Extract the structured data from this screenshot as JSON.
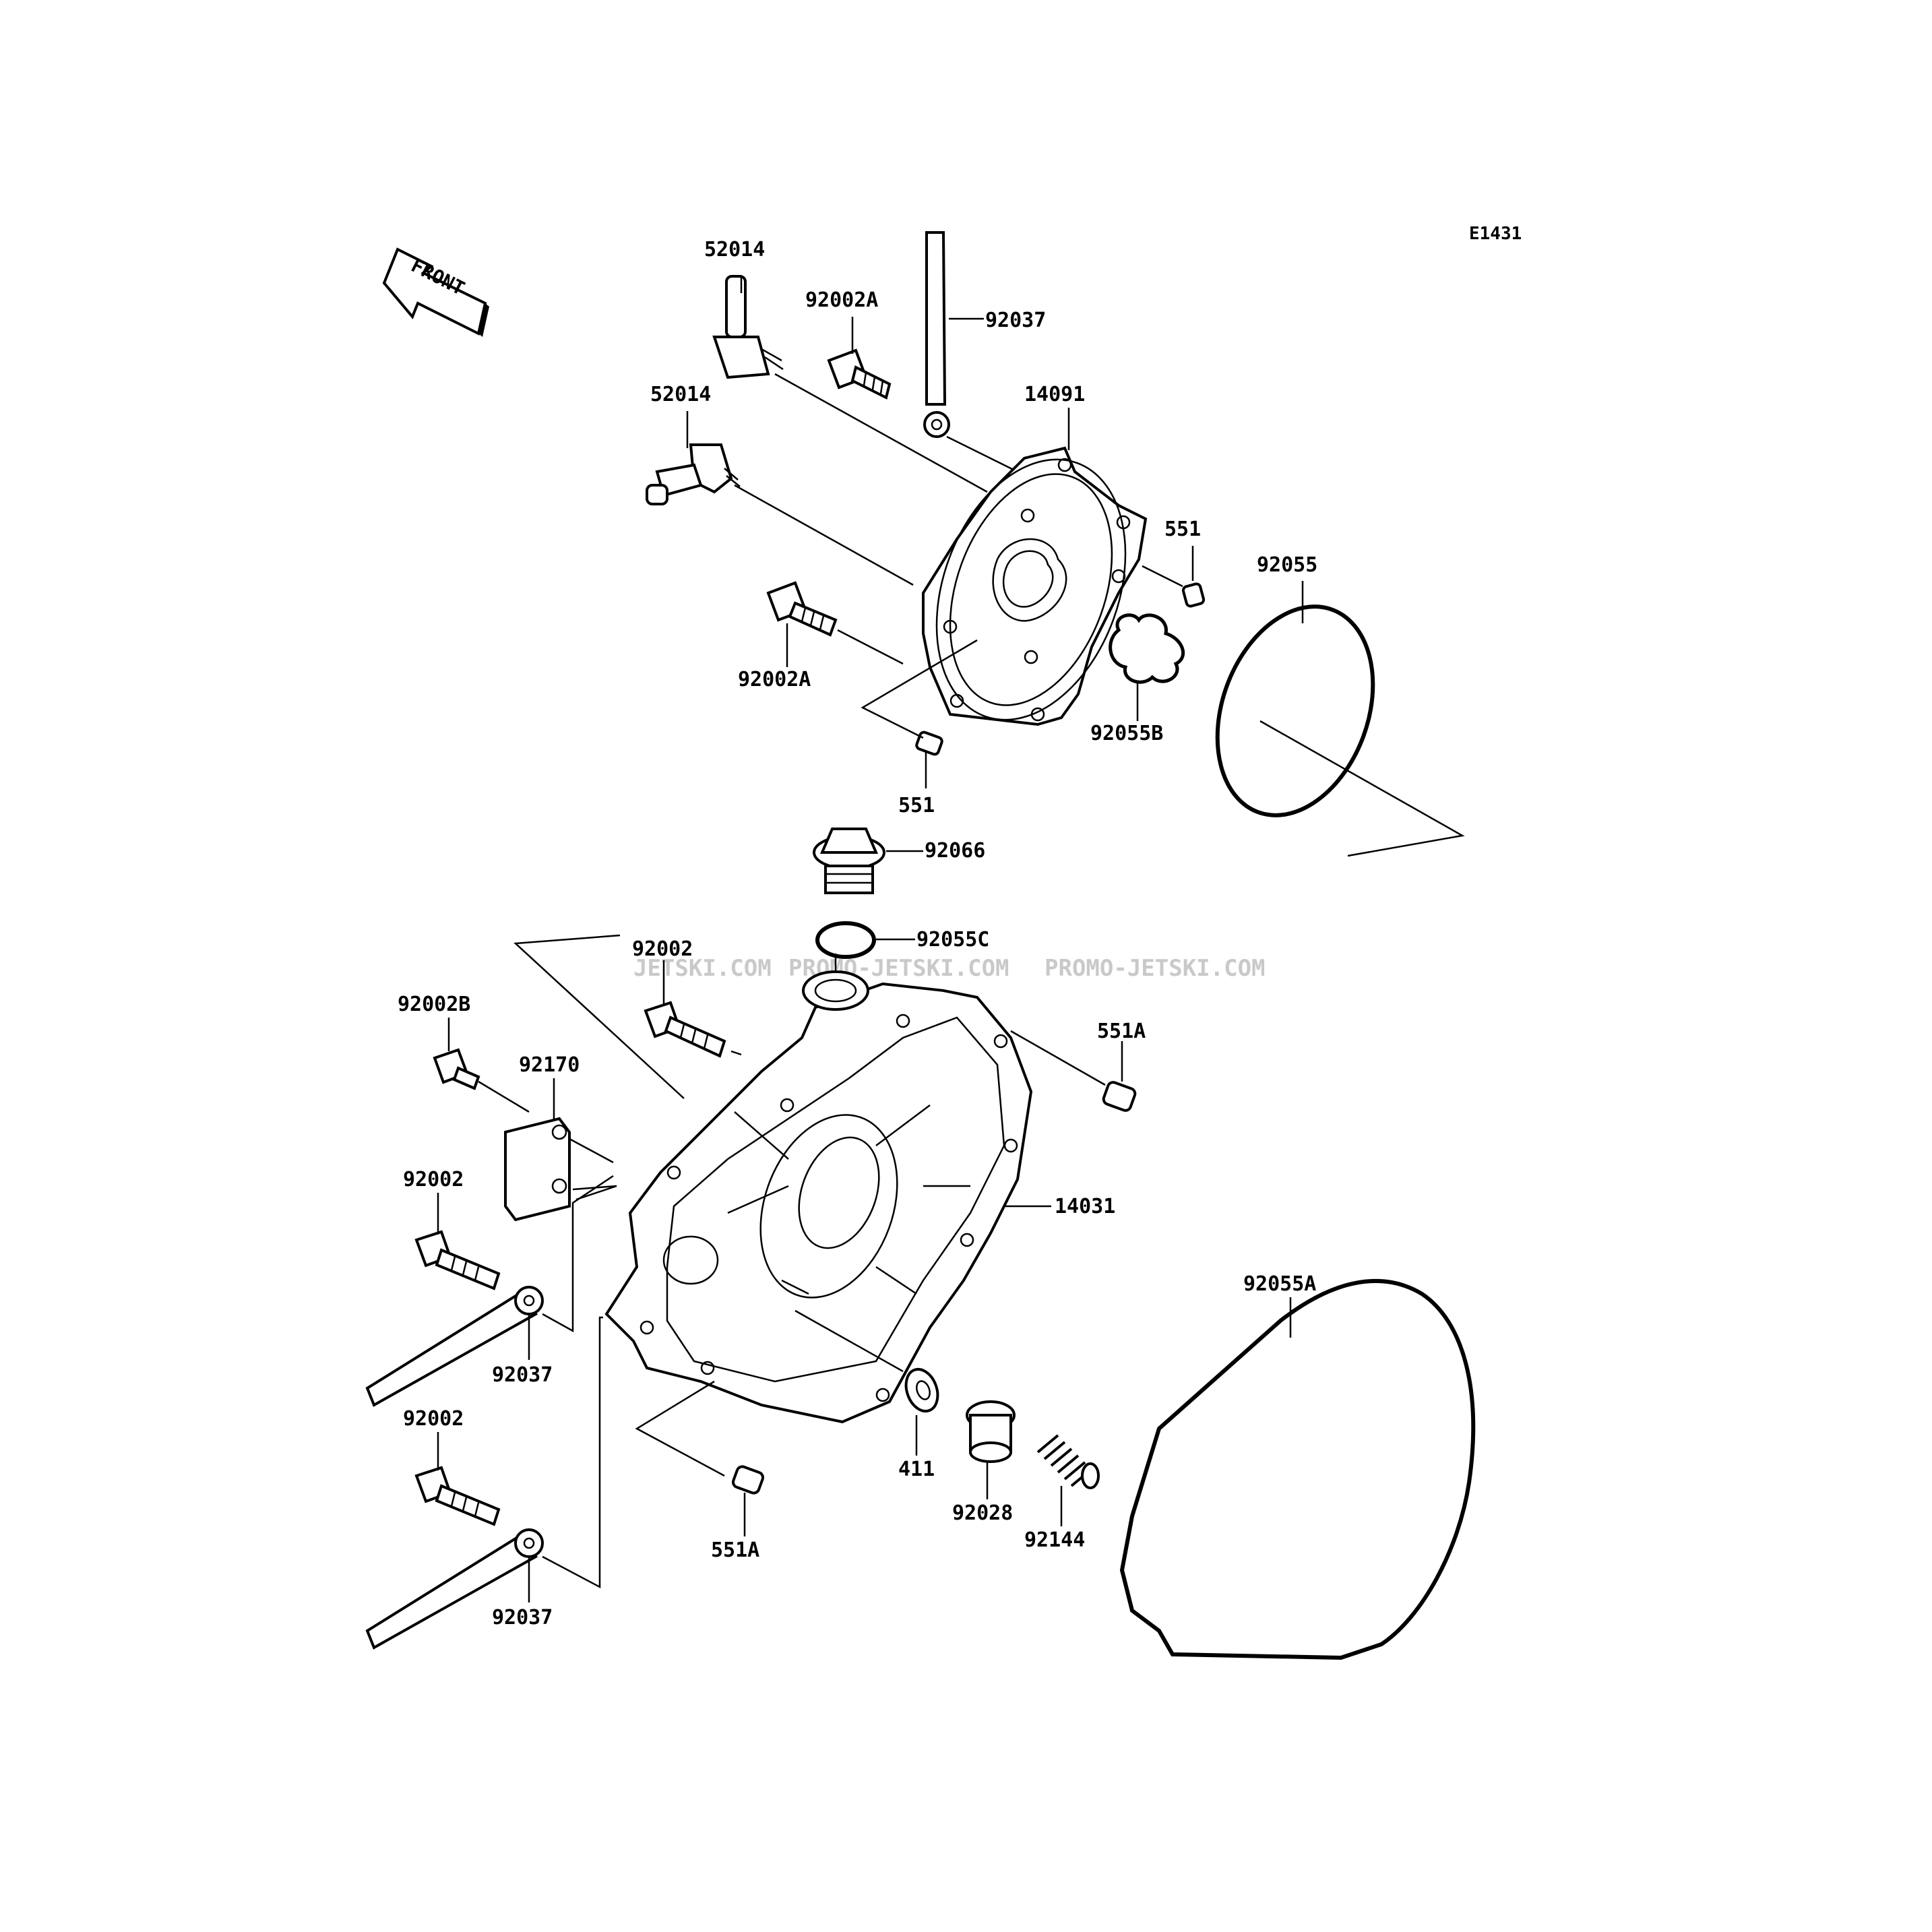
{
  "diagram_code": "E1431",
  "front_marker": "FRONT",
  "watermark": [
    "JETSKI.COM",
    "PROMO-JETSKI.COM",
    "PROMO-JETSKI.COM"
  ],
  "labels": {
    "p52014_top": "52014",
    "p92002A_top": "92002A",
    "p92037_top": "92037",
    "p52014_mid": "52014",
    "p14091": "14091",
    "p551_right": "551",
    "p92055": "92055",
    "p92002A_bottom": "92002A",
    "p92055B": "92055B",
    "p551_low": "551",
    "p92066": "92066",
    "p92055C": "92055C",
    "p92002_top": "92002",
    "p92002B": "92002B",
    "p551A_right": "551A",
    "p92170": "92170",
    "p92002_mid": "92002",
    "p14031": "14031",
    "p92055A": "92055A",
    "p92037_mid": "92037",
    "p92002_low": "92002",
    "p411": "411",
    "p92028": "92028",
    "p92144": "92144",
    "p551A_bottom": "551A",
    "p92037_bottom": "92037"
  }
}
